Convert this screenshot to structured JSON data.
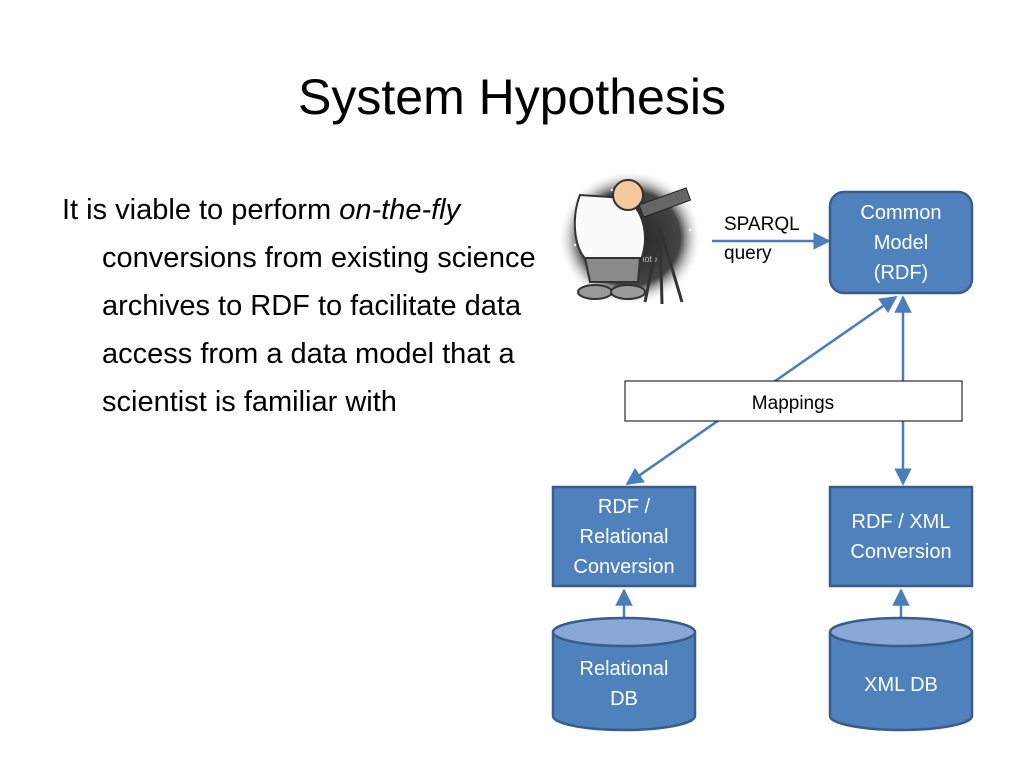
{
  "title": "System Hypothesis",
  "body": {
    "pre": "It is viable to perform ",
    "italic": "on-the-fly",
    "post": " conversions from existing science archives to RDF to facilitate data access from a data model that a scientist is familiar with"
  },
  "diagram": {
    "clipart_watermark": "Clockphoto",
    "query_label_line1": "SPARQL",
    "query_label_line2": "query",
    "common_model": [
      "Common",
      "Model",
      "(RDF)"
    ],
    "mappings": "Mappings",
    "rdf_relational": [
      "RDF /",
      "Relational",
      "Conversion"
    ],
    "rdf_xml": [
      "RDF / XML",
      "Conversion"
    ],
    "relational_db": [
      "Relational",
      "DB"
    ],
    "xml_db": [
      "XML DB"
    ]
  },
  "colors": {
    "box_fill": "#4f81bd",
    "box_stroke": "#385d8a",
    "arrow": "#4a7ebb",
    "cylinder_top": "#89a8d6"
  }
}
